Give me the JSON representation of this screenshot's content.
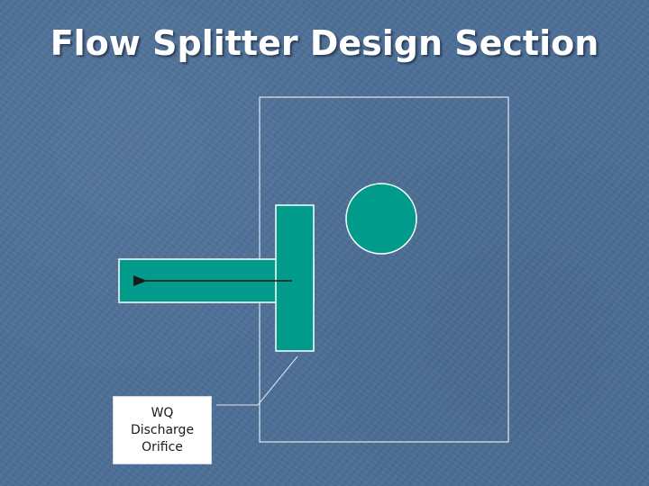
{
  "title": "Flow Splitter Design Section",
  "callout": {
    "lines": [
      "WQ",
      "Discharge",
      "Orifice"
    ]
  },
  "colors": {
    "background": "#4d6f97",
    "component_fill": "#009b8a",
    "outline": "#ffffff",
    "title_text": "#ffffff"
  }
}
